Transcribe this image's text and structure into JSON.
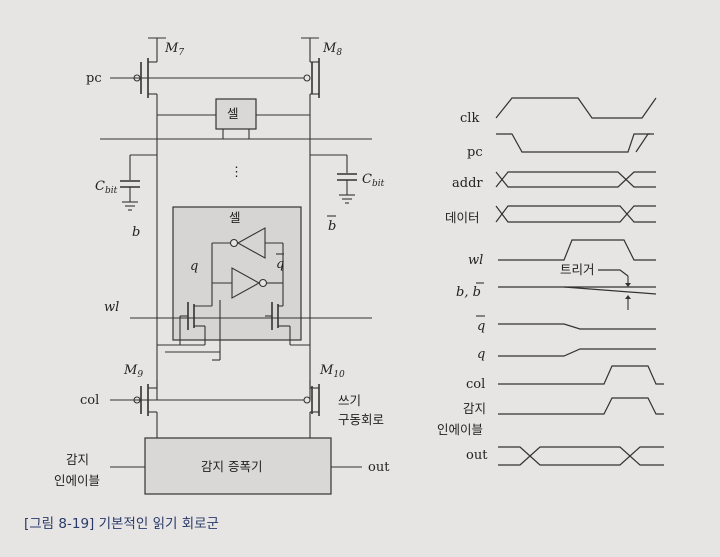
{
  "transistors": {
    "m7": "M",
    "m7_sub": "7",
    "m8": "M",
    "m8_sub": "8",
    "m9": "M",
    "m9_sub": "9",
    "m10": "M",
    "m10_sub": "10"
  },
  "signals": {
    "pc": "pc",
    "wl": "wl",
    "col": "col",
    "out": "out",
    "b": "b",
    "b_bar": "b",
    "q": "q",
    "q_bar": "q"
  },
  "capacitors": {
    "c": "C",
    "c_sub": "bit"
  },
  "cells": {
    "top_cell": "셀",
    "inner_cell": "셀",
    "ellipsis": "⋮"
  },
  "blocks": {
    "sense_amp": "감지 증폭기",
    "write_driver_1": "쓰기",
    "write_driver_2": "구동회로",
    "sense_enable_1": "감지",
    "sense_enable_2": "인에이블"
  },
  "timing": {
    "labels": [
      "clk",
      "pc",
      "addr",
      "데이터",
      "wl",
      "b, b",
      "q",
      "q",
      "col",
      "감지",
      "인에이블",
      "out"
    ],
    "trigger": "트리거"
  },
  "caption": "[그림 8-19] 기본적인 읽기 회로군"
}
